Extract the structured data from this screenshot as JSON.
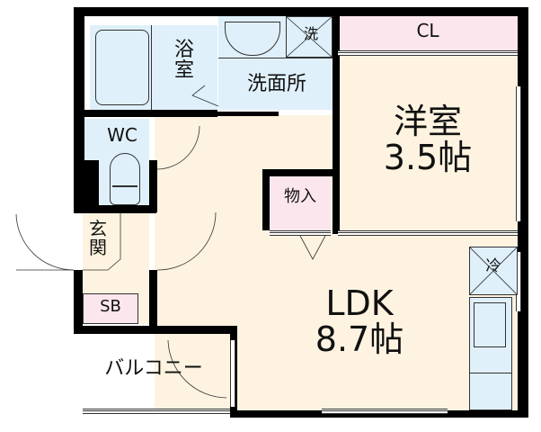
{
  "floorplan": {
    "rooms": {
      "bath": {
        "label": "浴\n室"
      },
      "washroom": {
        "label": "洗面所"
      },
      "washer": {
        "label": "洗"
      },
      "closet": {
        "label": "CL"
      },
      "western_room": {
        "label": "洋室\n3.5帖",
        "name": "洋室",
        "size": "3.5帖"
      },
      "wc": {
        "label": "WC"
      },
      "storage": {
        "label": "物入"
      },
      "entrance": {
        "label": "玄\n関"
      },
      "shoe_box": {
        "label": "SB"
      },
      "ldk": {
        "label": "LDK\n8.7帖",
        "name": "LDK",
        "size": "8.7帖"
      },
      "fridge": {
        "label": "冷"
      },
      "balcony": {
        "label": "バルコニー"
      }
    },
    "colors": {
      "living": "#fdf3e0",
      "wet": "#dff0fa",
      "storage": "#fbe6ee",
      "wall": "#000000"
    }
  }
}
